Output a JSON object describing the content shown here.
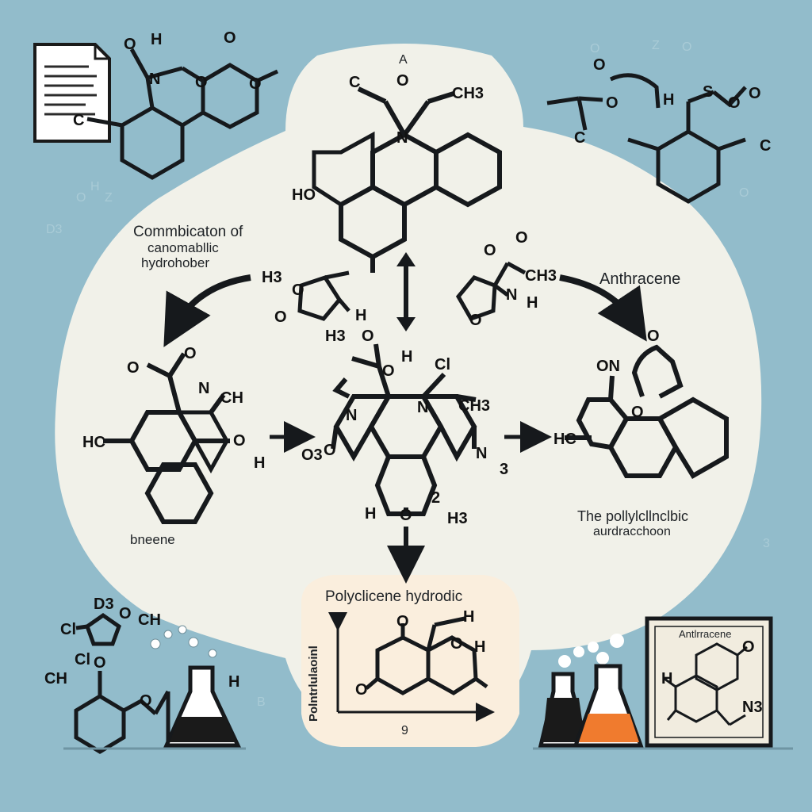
{
  "colors": {
    "background": "#92bccb",
    "center_panel": "#f1f1e9",
    "bottom_panel": "#faeedd",
    "ink": "#16191c",
    "flask_orange": "#f07b2e",
    "flask_dark": "#1a1a1a"
  },
  "labels": {
    "top_left_line1": "Commbicaton of",
    "top_left_line2": "canomabllic",
    "top_left_line3": "hydrohober",
    "top_right": "Anthracene",
    "bottom_left": "bneene",
    "right_line1": "The pollylcllnclbic",
    "right_line2": "aurdracchoon",
    "bottom_title": "Polyclicene hydrodic",
    "graph_y_axis": "Polntrlulaoinl",
    "graph_x_axis": "9",
    "frame_title": "Antlrracene",
    "top_marker": "A"
  },
  "atoms": {
    "top_mol": [
      "C",
      "O",
      "CH3",
      "N",
      "HO"
    ],
    "top_left_mol": [
      "O",
      "H",
      "O",
      "N",
      "O",
      "O",
      "C"
    ],
    "top_right_mol": [
      "O",
      "O",
      "H",
      "S",
      "O",
      "O",
      "C",
      "C"
    ],
    "mid_small_left": [
      "H3",
      "O",
      "O",
      "H"
    ],
    "mid_small_right": [
      "O",
      "O",
      "CH3",
      "N",
      "H",
      "O"
    ],
    "left_mol": [
      "O",
      "O",
      "N",
      "CH",
      "HC",
      "O",
      "H"
    ],
    "center_mol": [
      "H3",
      "O",
      "H",
      "O",
      "N",
      "Cl",
      "N",
      "CH3",
      "O3",
      "O",
      "N",
      "3",
      "H",
      "O",
      "2",
      "H3"
    ],
    "right_mol": [
      "ON",
      "O",
      "O",
      "HC"
    ],
    "bottom_center_mol": [
      "O",
      "H",
      "O",
      "H",
      "O"
    ],
    "bottom_left_mol": [
      "D3",
      "Cl",
      "CH",
      "O",
      "Cl",
      "O",
      "O",
      "CH",
      "H"
    ],
    "frame_mol": [
      "O",
      "H",
      "N3"
    ]
  },
  "background_letters": [
    "O",
    "Z",
    "O",
    "O",
    "H",
    "Z",
    "D3",
    "O",
    "3",
    "B"
  ]
}
